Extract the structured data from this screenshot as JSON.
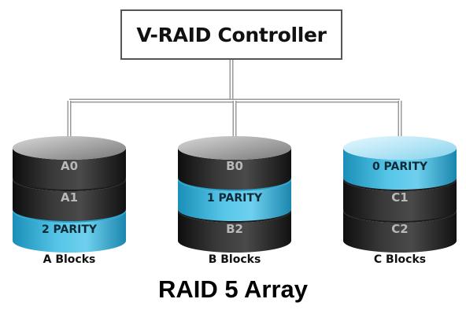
{
  "controller": {
    "label": "V-RAID Controller"
  },
  "disks": [
    {
      "id": "a",
      "label": "A Blocks",
      "blocks": [
        {
          "text": "A0",
          "type": "data"
        },
        {
          "text": "A1",
          "type": "data"
        },
        {
          "text": "2 PARITY",
          "type": "parity"
        }
      ]
    },
    {
      "id": "b",
      "label": "B Blocks",
      "blocks": [
        {
          "text": "B0",
          "type": "data"
        },
        {
          "text": "1 PARITY",
          "type": "parity"
        },
        {
          "text": "B2",
          "type": "data"
        }
      ]
    },
    {
      "id": "c",
      "label": "C Blocks",
      "blocks": [
        {
          "text": "0 PARITY",
          "type": "parity"
        },
        {
          "text": "C1",
          "type": "data"
        },
        {
          "text": "C2",
          "type": "data"
        }
      ]
    }
  ],
  "title": "RAID 5 Array",
  "colors": {
    "data_segment": "#2b2b2b",
    "parity_segment": "#3fb6dc",
    "data_text": "#b9b9b9",
    "parity_text": "#0d2a36",
    "connector": "#9a9a9a"
  }
}
